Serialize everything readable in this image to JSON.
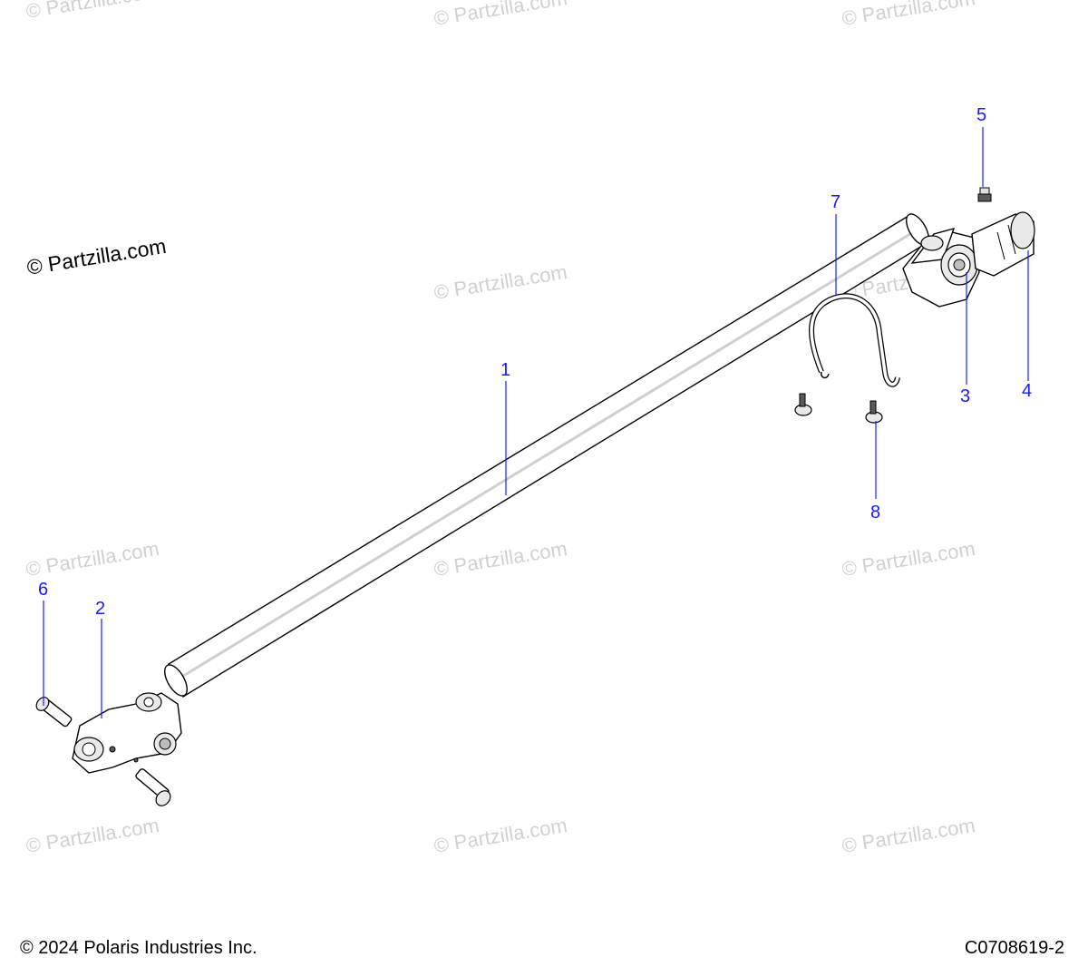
{
  "watermark": {
    "text": "© Partzilla.com"
  },
  "logo_watermark": {
    "text": "© Partzilla.com"
  },
  "callouts": {
    "c1": "1",
    "c2": "2",
    "c3": "3",
    "c4": "4",
    "c5": "5",
    "c6": "6",
    "c7": "7",
    "c8": "8"
  },
  "footer": {
    "copyright": "© 2024 Polaris Industries Inc.",
    "diagram_code": "C0708619-2"
  }
}
